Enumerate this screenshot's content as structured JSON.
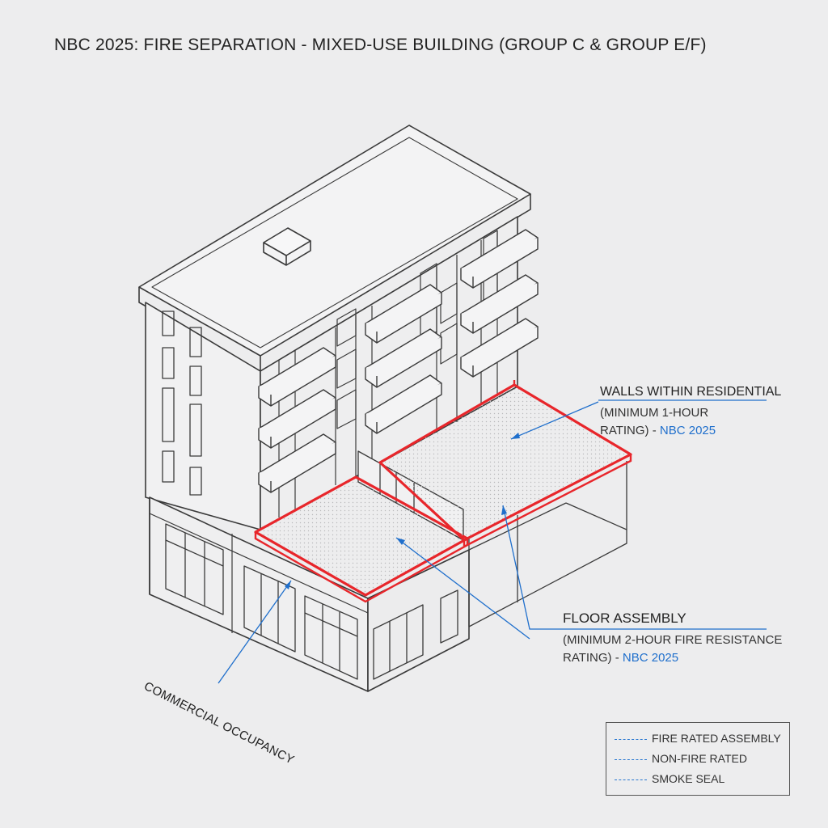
{
  "title": "NBC 2025: FIRE SEPARATION - MIXED-USE BUILDING (GROUP C & GROUP E/F)",
  "annotations": {
    "walls": {
      "heading": "WALLS WITHIN RESIDENTIAL",
      "detail": "(MINIMUM 1-HOUR",
      "rating": "RATING) -",
      "reference": "NBC 2025"
    },
    "floor": {
      "heading": "FLOOR ASSEMBLY",
      "detail": "(MINIMUM 2-HOUR FIRE RESISTANCE",
      "rating": "RATING) -",
      "reference": "NBC 2025"
    },
    "commercial": "COMMERCIAL OCCUPANCY"
  },
  "legend": {
    "items": [
      "FIRE RATED ASSEMBLY",
      "NON-FIRE RATED",
      "SMOKE SEAL"
    ],
    "line_color": "#2a78d0"
  },
  "colors": {
    "fire_separation": "#e8262b",
    "leader": "#1f6fcc",
    "linework": "#3a3a3a"
  }
}
